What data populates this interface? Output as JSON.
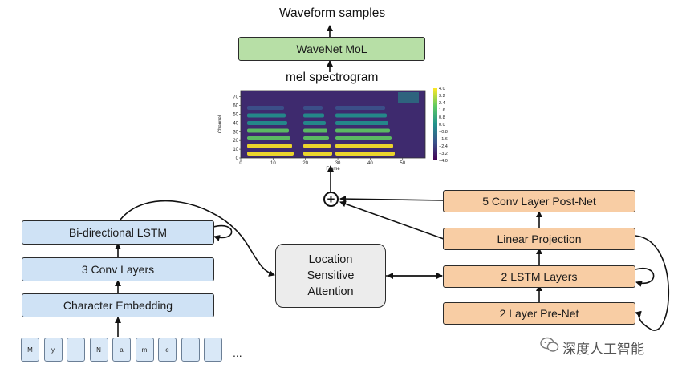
{
  "labels": {
    "output": "Waveform samples",
    "mel": "mel spectrogram"
  },
  "boxes": {
    "wavenet": "WaveNet MoL",
    "bilstm": "Bi-directional LSTM",
    "conv3": "3 Conv Layers",
    "char_embed": "Character Embedding",
    "attention": [
      "Location",
      "Sensitive",
      "Attention"
    ],
    "postnet": "5 Conv Layer Post-Net",
    "linear": "Linear Projection",
    "lstm2": "2 LSTM Layers",
    "prenet": "2 Layer Pre-Net"
  },
  "input_chars": [
    "M",
    "y",
    "",
    "N",
    "a",
    "m",
    "e",
    "",
    "i"
  ],
  "input_ellipsis": "...",
  "plus_symbol": "+",
  "spectrogram": {
    "ylabel": "Channel",
    "xlabel": "Frame",
    "xticks": [
      "0",
      "10",
      "20",
      "30",
      "40",
      "50"
    ],
    "yticks": [
      "0",
      "10",
      "20",
      "30",
      "40",
      "50",
      "60",
      "70"
    ],
    "colorbar_ticks": [
      "4.0",
      "3.2",
      "2.4",
      "1.6",
      "0.8",
      "0.0",
      "−0.8",
      "−1.6",
      "−2.4",
      "−3.2",
      "−4.0"
    ],
    "colors": [
      "#440154",
      "#3b528b",
      "#21918c",
      "#5ec962",
      "#fde725"
    ]
  },
  "watermark": "深度人工智能"
}
